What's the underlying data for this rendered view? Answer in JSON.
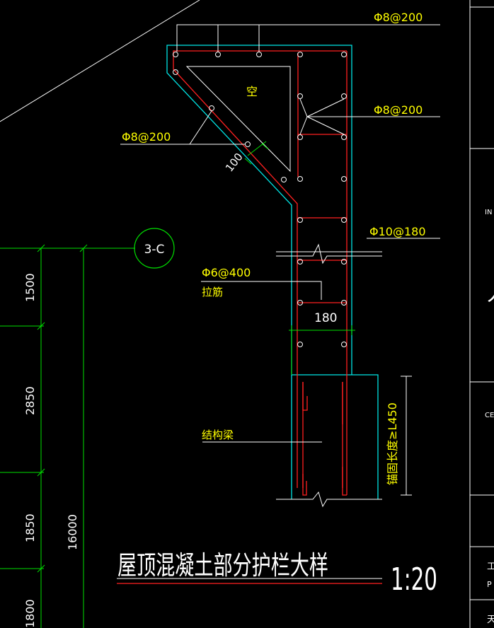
{
  "labels": {
    "rebar_top": "Φ8@200",
    "rebar_right": "Φ8@200",
    "rebar_left": "Φ8@200",
    "rebar_main": "Φ10@180",
    "tie_spec": "Φ6@400",
    "tie_name": "拉筋",
    "hollow": "空",
    "cover": "100",
    "width": "180",
    "beam": "结构梁",
    "anchor": "锚固长度≥L450",
    "grid_ref": "3-C",
    "title": "屋顶混凝土部分护栏大样",
    "scale": "1:20"
  },
  "dimensions": {
    "d1": "1500",
    "d2": "2850",
    "d3": "1850",
    "d4": "1800",
    "total": "16000"
  },
  "title_block": {
    "in": "IN",
    "ce": "CE",
    "big": "人",
    "t1": "工",
    "t2": "P",
    "t3": "天"
  },
  "colors": {
    "background": "#000000",
    "text": "#ffff00",
    "rebar": "#ff2020",
    "outline": "#00e5e5",
    "dimension": "#00e000",
    "line": "#ffffff"
  }
}
